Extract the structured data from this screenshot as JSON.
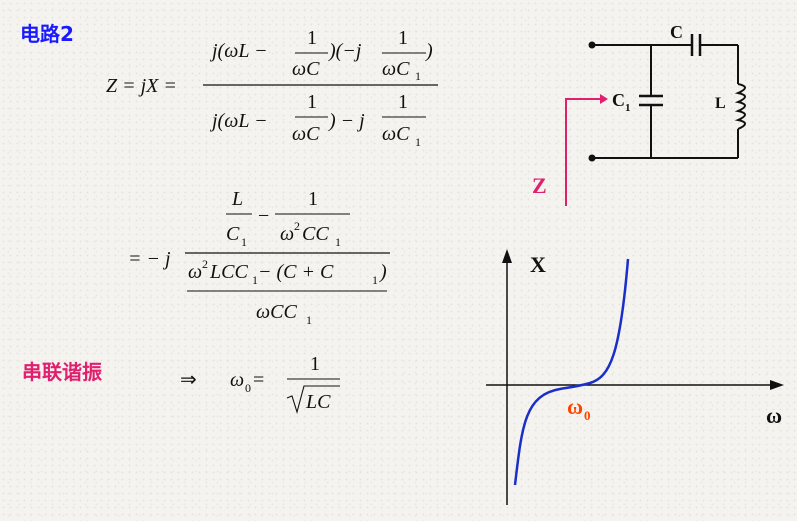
{
  "title": "电路2",
  "series_resonance_label": "串联谐振",
  "formula": {
    "lhs": "Z = jX =",
    "frac1_num": [
      "j(ωL −",
      "1",
      "ωC",
      ")(−j",
      "1",
      "ωC",
      "1",
      ")"
    ],
    "frac1_den": [
      "j(ωL −",
      "1",
      "ωC",
      ") − j",
      "1",
      "ωC",
      "1"
    ],
    "eq2_prefix": "= − j",
    "eq2_inner": [
      "L",
      "C",
      "1",
      "−",
      "1",
      "ω",
      "2",
      "CC",
      "1"
    ],
    "eq2_den_num": [
      "ω",
      "2",
      "LCC",
      "1",
      " − (C + C",
      "1",
      ")"
    ],
    "eq2_den_den": [
      "ωCC",
      "1"
    ],
    "omega0": [
      "⇒",
      "ω",
      "0",
      " =",
      "1",
      "LC"
    ]
  },
  "circuit": {
    "cap_series_label": "C",
    "cap_shunt_label": "C",
    "cap_shunt_sub": "1",
    "inductor_label": "L",
    "impedance_label": "Z"
  },
  "graph": {
    "y_label": "X",
    "x_label": "ω",
    "marker_label": "ω",
    "marker_sub": "0"
  },
  "colors": {
    "title": "#1a1aff",
    "highlight": "#e0206f",
    "curve": "#1a2fc8",
    "marker": "#ff4400"
  }
}
